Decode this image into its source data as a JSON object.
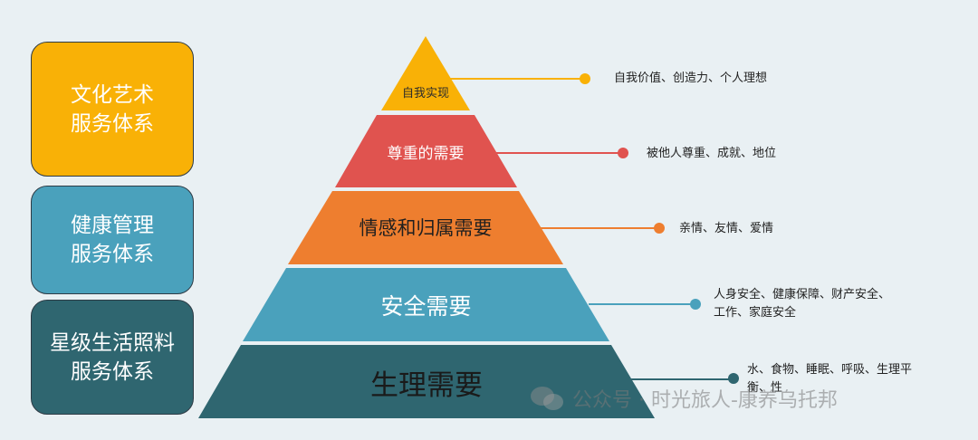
{
  "systems": [
    {
      "label": "文化艺术\n服务体系",
      "color": "#f9b106"
    },
    {
      "label": "健康管理\n服务体系",
      "color": "#4aa1bc"
    },
    {
      "label": "星级生活照料\n服务体系",
      "color": "#2f6670"
    }
  ],
  "pyramid": [
    {
      "label": "自我实现",
      "color": "#f9b106",
      "detail": "自我价值、创造力、个人理想"
    },
    {
      "label": "尊重的需要",
      "color": "#e0534f",
      "detail": "被他人尊重、成就、地位"
    },
    {
      "label": "情感和归属需要",
      "color": "#ee7e2f",
      "detail": "亲情、友情、爱情"
    },
    {
      "label": "安全需要",
      "color": "#4aa1bc",
      "detail": "人身安全、健康保障、财产安全、工作、家庭安全"
    },
    {
      "label": "生理需要",
      "color": "#2f6670",
      "detail": "水、食物、睡眠、呼吸、生理平衡、性"
    }
  ],
  "watermark": "公众号 · 时光旅人-康养乌托邦"
}
